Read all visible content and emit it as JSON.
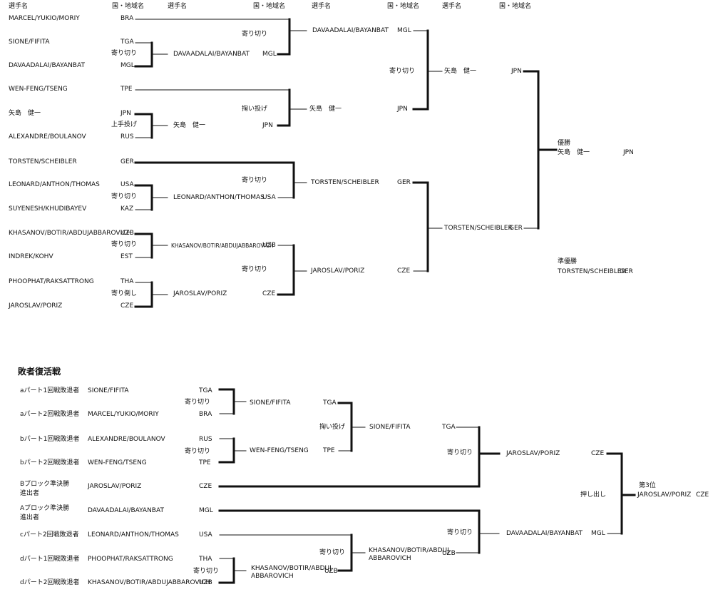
{
  "headers": {
    "player": "選手名",
    "country": "国・地域名"
  },
  "main": {
    "r1": [
      {
        "name": "MARCEL/YUKIO/MORIY",
        "nat": "BRA"
      },
      {
        "name": "SIONE/FIFITA",
        "nat": "TGA"
      },
      {
        "name": "DAVAADALAI/BAYANBAT",
        "nat": "MGL"
      },
      {
        "name": "WEN-FENG/TSENG",
        "nat": "TPE"
      },
      {
        "name": "矢島　健一",
        "nat": "JPN"
      },
      {
        "name": "ALEXANDRE/BOULANOV",
        "nat": "RUS"
      },
      {
        "name": "TORSTEN/SCHEIBLER",
        "nat": "GER"
      },
      {
        "name": "LEONARD/ANTHON/THOMAS",
        "nat": "USA"
      },
      {
        "name": "SUYENESH/KHUDIBAYEV",
        "nat": "KAZ"
      },
      {
        "name": "KHASANOV/BOTIR/ABDUJABBAROVICH",
        "nat": "UZB"
      },
      {
        "name": "INDREK/KOHV",
        "nat": "EST"
      },
      {
        "name": "PHOOPHAT/RAKSATTRONG",
        "nat": "THA"
      },
      {
        "name": "JAROSLAV/PORIZ",
        "nat": "CZE"
      }
    ],
    "r2": [
      {
        "name": "DAVAADALAI/BAYANBAT",
        "nat": "MGL"
      },
      {
        "name": "矢島　健一",
        "nat": ""
      },
      {
        "name": "LEONARD/ANTHON/THOMAS",
        "nat": "USA"
      },
      {
        "name": "KHASANOV/BOTIR/ABDUJABBAROVICH",
        "nat": "UZB"
      },
      {
        "name": "JAROSLAV/PORIZ",
        "nat": "CZE"
      }
    ],
    "r3": [
      {
        "name": "DAVAADALAI/BAYANBAT",
        "nat": "MGL"
      },
      {
        "name": "矢島　健一",
        "nat": "JPN"
      },
      {
        "name": "TORSTEN/SCHEIBLER",
        "nat": "GER"
      },
      {
        "name": "JAROSLAV/PORIZ",
        "nat": "CZE"
      }
    ],
    "r4": [
      {
        "name": "矢島　健一",
        "nat": "JPN"
      },
      {
        "name": "TORSTEN/SCHEIBLER",
        "nat": "GER"
      }
    ],
    "r1_techniques": [
      "寄り切り",
      "上手投げ",
      "寄り切り",
      "寄り切り",
      "寄り倒し"
    ],
    "r2_techniques": [
      "寄り切り",
      "掬い投げ",
      "寄り切り",
      "寄り切り"
    ],
    "r3_techniques": [
      "寄り切り"
    ],
    "winner": {
      "label": "優勝",
      "name": "矢島　健一",
      "nat": "JPN"
    },
    "runner_up": {
      "label": "準優勝",
      "name": "TORSTEN/SCHEIBLER",
      "nat": "GER"
    }
  },
  "repechage": {
    "title": "敗者復活戦",
    "rows": [
      {
        "label": "aパート1回戦敗退者",
        "name": "SIONE/FIFITA",
        "nat": "TGA"
      },
      {
        "label": "aパート2回戦敗退者",
        "name": "MARCEL/YUKIO/MORIY",
        "nat": "BRA"
      },
      {
        "label": "bパート1回戦敗退者",
        "name": "ALEXANDRE/BOULANOV",
        "nat": "RUS"
      },
      {
        "label": "bパート2回戦敗退者",
        "name": "WEN-FENG/TSENG",
        "nat": "TPE"
      },
      {
        "label": "Bブロック準決勝",
        "label2": "進出者",
        "name": "JAROSLAV/PORIZ",
        "nat": "CZE"
      },
      {
        "label": "Aブロック準決勝",
        "label2": "進出者",
        "name": "DAVAADALAI/BAYANBAT",
        "nat": "MGL"
      },
      {
        "label": "cパート2回戦敗退者",
        "name": "LEONARD/ANTHON/THOMAS",
        "nat": "USA"
      },
      {
        "label": "dパート1回戦敗退者",
        "name": "PHOOPHAT/RAKSATTRONG",
        "nat": "THA"
      },
      {
        "label": "dパート2回戦敗退者",
        "name": "KHASANOV/BOTIR/ABDUJABBAROVICH",
        "nat": "UZB"
      }
    ],
    "w1": [
      {
        "name": "SIONE/FIFITA",
        "nat": "TGA",
        "tech": "寄り切り"
      },
      {
        "name": "WEN-FENG/TSENG",
        "nat": "TPE",
        "tech": "寄り切り"
      },
      {
        "name": "KHASANOV/BOTIR/ABDUJ ABBAROVICH",
        "nat": "UZB",
        "tech": "寄り切り"
      }
    ],
    "w2": [
      {
        "name": "SIONE/FIFITA",
        "nat": "TGA",
        "tech": "掬い投げ"
      },
      {
        "name": "KHASANOV/BOTIR/ABDUJ ABBAROVICH",
        "nat": "UZB",
        "tech": "寄り切り"
      }
    ],
    "w3": [
      {
        "name": "JAROSLAV/PORIZ",
        "nat": "CZE",
        "tech": "寄り切り"
      },
      {
        "name": "DAVAADALAI/BAYANBAT",
        "nat": "MGL",
        "tech": "寄り切り"
      }
    ],
    "final_tech": "押し出し",
    "third": {
      "label": "第3位",
      "name": "JAROSLAV/PORIZ",
      "nat": "CZE"
    }
  }
}
